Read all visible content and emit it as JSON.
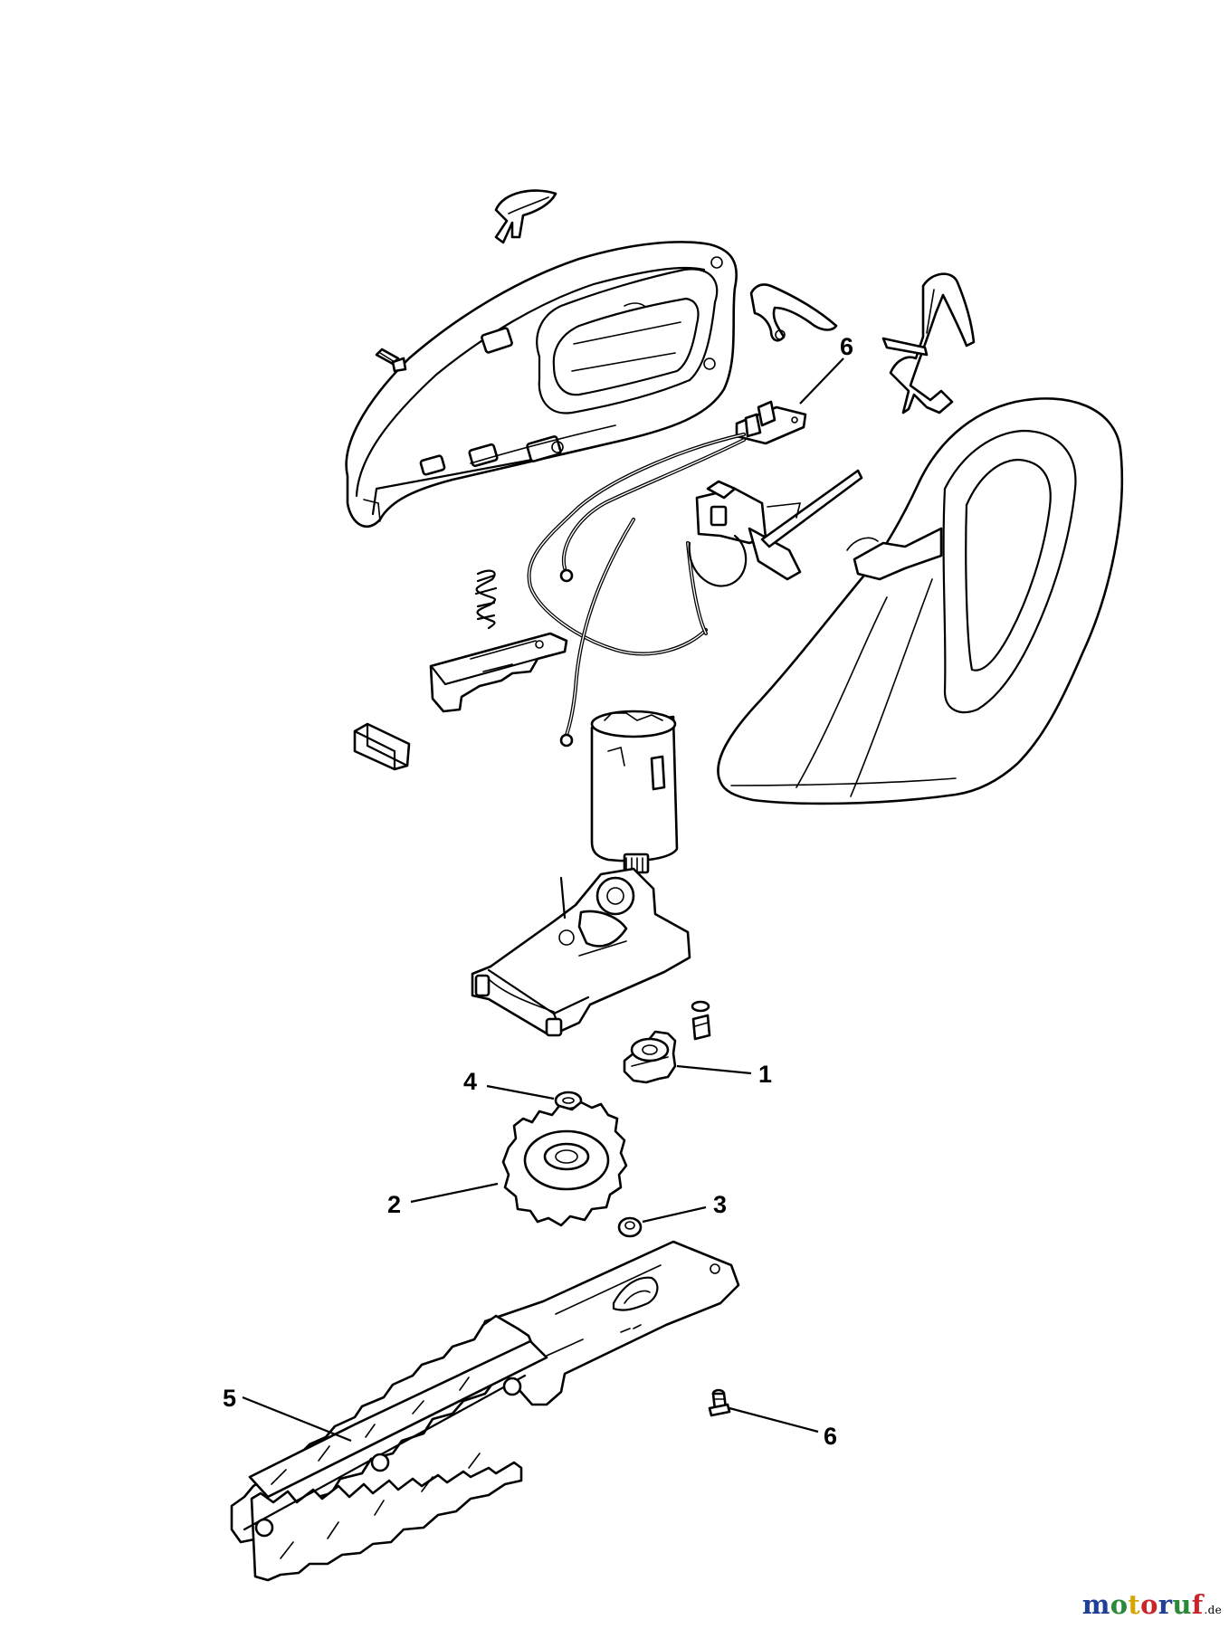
{
  "callouts": [
    {
      "id": "c1",
      "label": "1"
    },
    {
      "id": "c2",
      "label": "2"
    },
    {
      "id": "c3",
      "label": "3"
    },
    {
      "id": "c4",
      "label": "4"
    },
    {
      "id": "c5",
      "label": "5"
    },
    {
      "id": "c6a",
      "label": "6"
    },
    {
      "id": "c6b",
      "label": "6"
    }
  ],
  "watermark": {
    "letters": [
      {
        "ch": "m",
        "color": "#1f3f99"
      },
      {
        "ch": "o",
        "color": "#2a8a3a"
      },
      {
        "ch": "t",
        "color": "#d6a600"
      },
      {
        "ch": "o",
        "color": "#c8262b"
      },
      {
        "ch": "r",
        "color": "#1f3f99"
      },
      {
        "ch": "u",
        "color": "#2a8a3a"
      },
      {
        "ch": "f",
        "color": "#c8262b"
      }
    ],
    "suffix": ".de"
  }
}
